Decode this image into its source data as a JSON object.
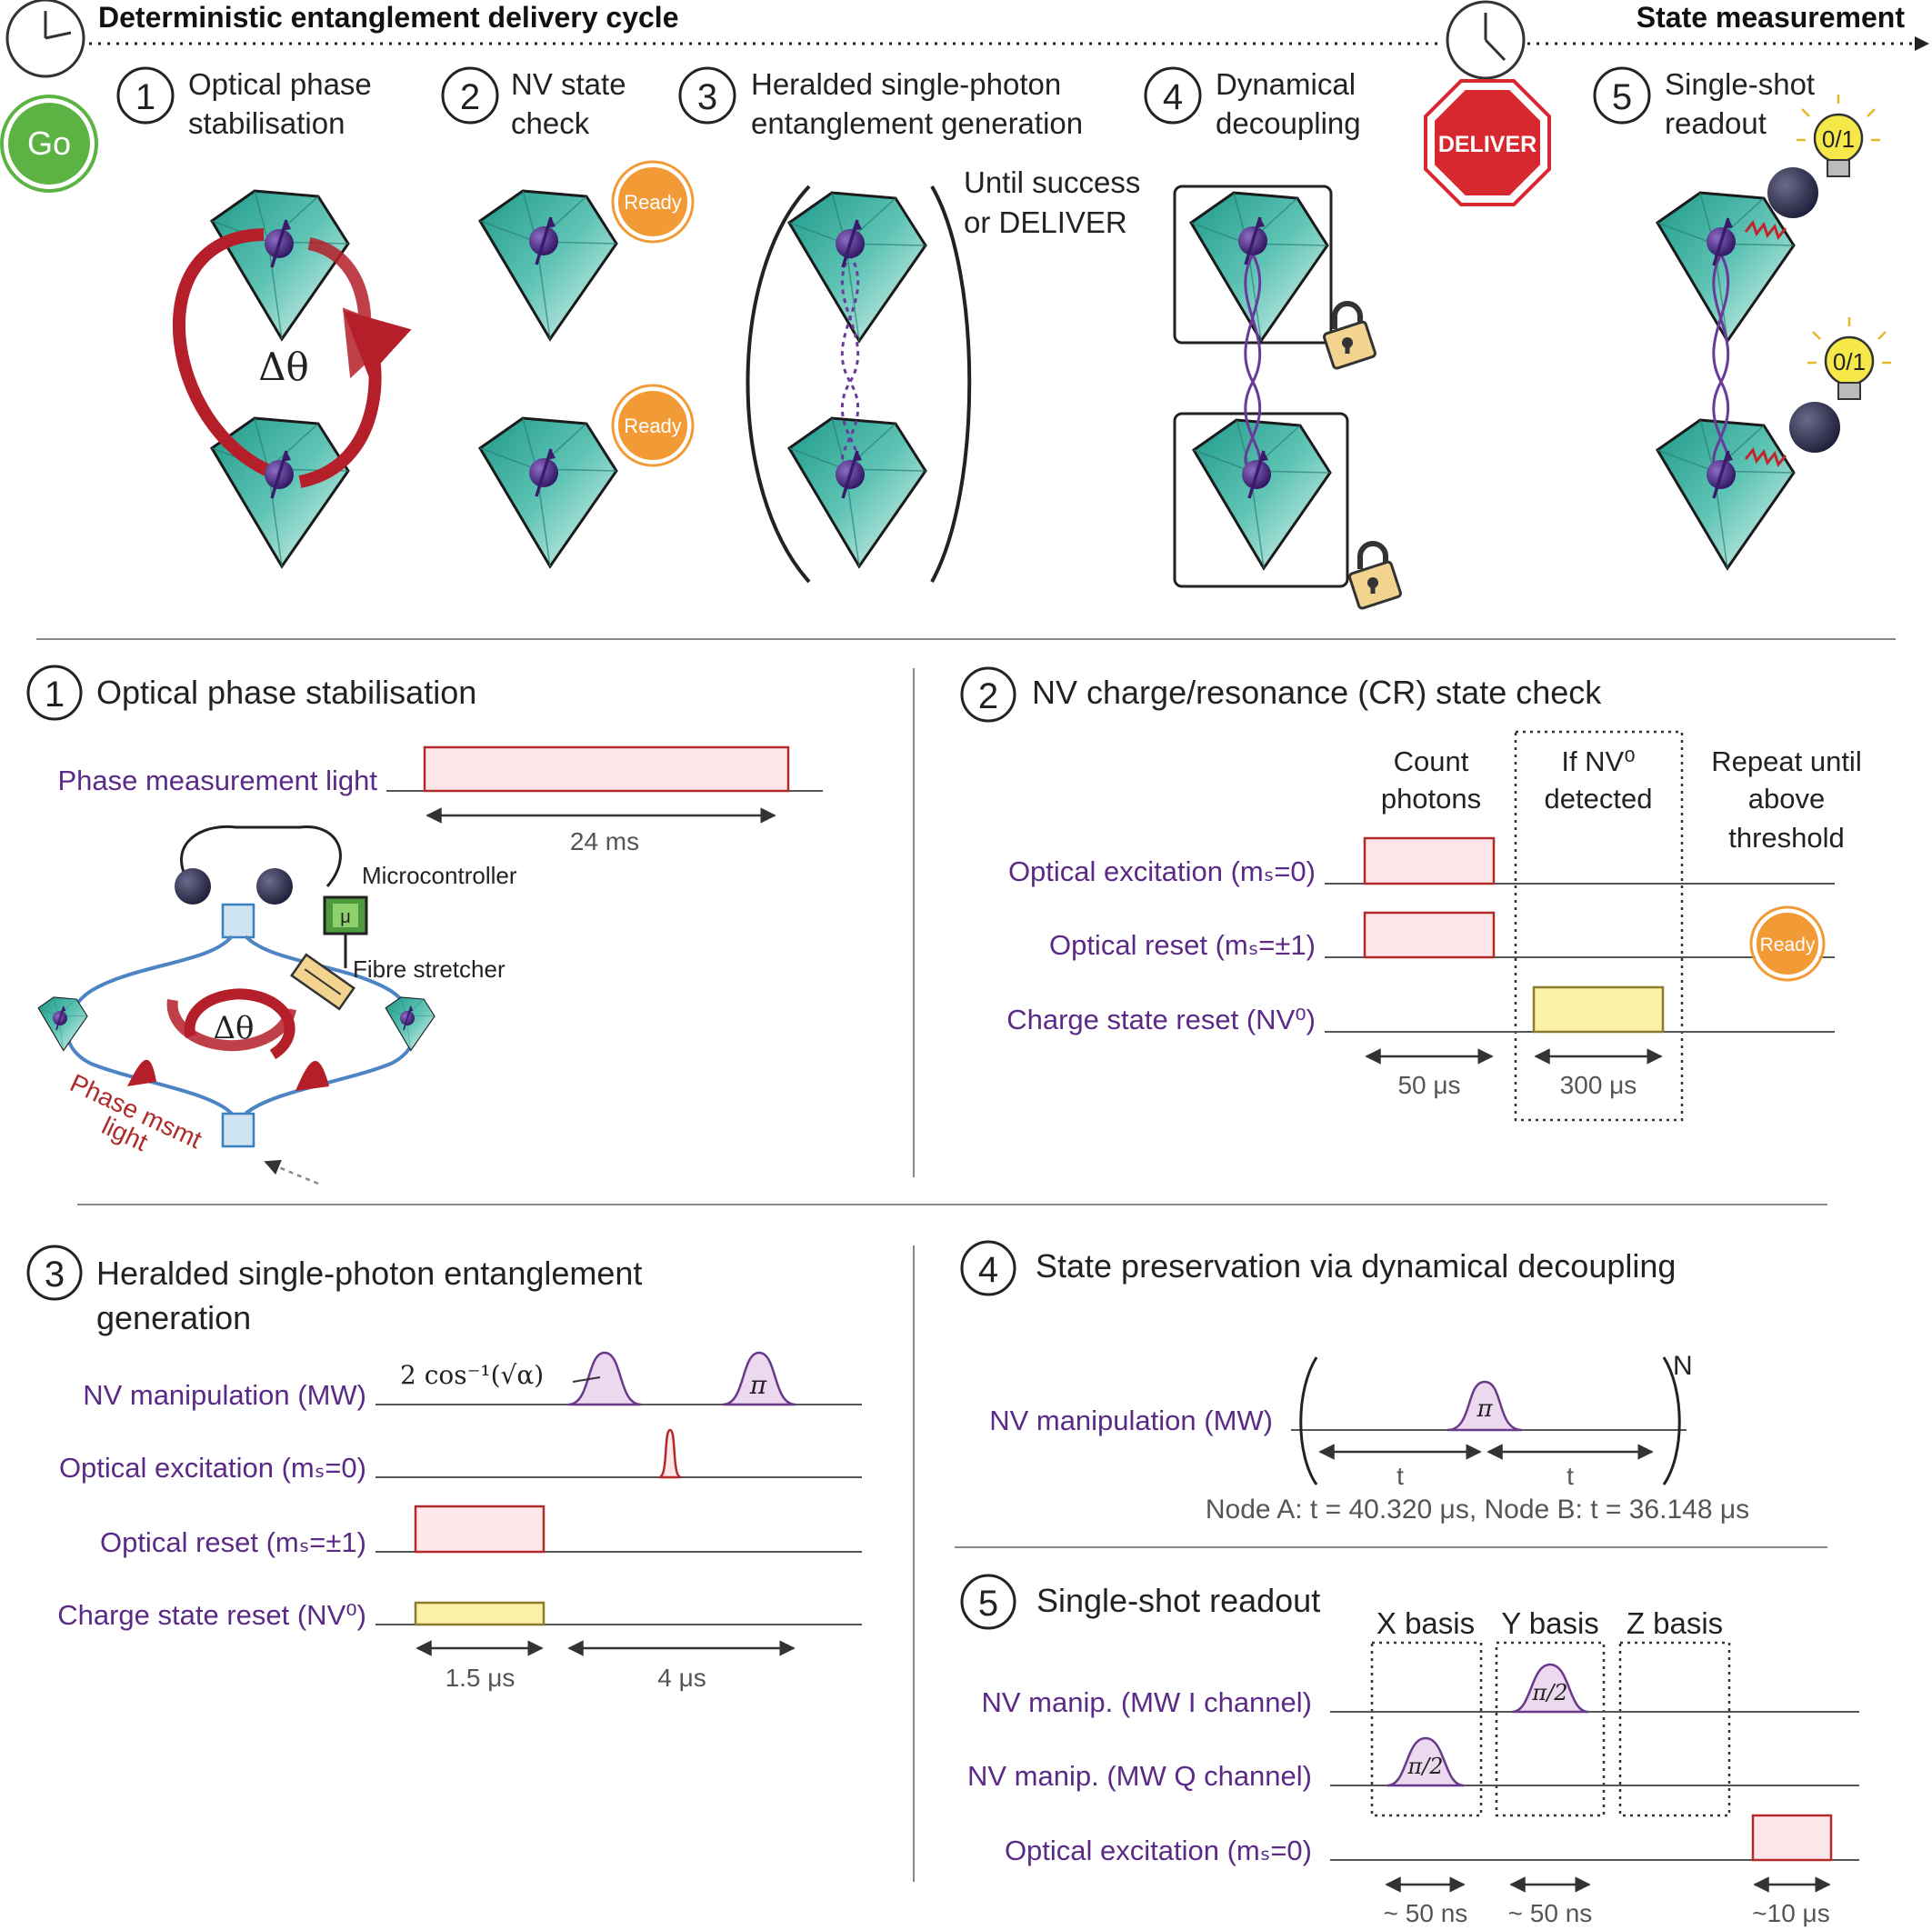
{
  "header": {
    "left_title": "Deterministic entanglement delivery cycle",
    "right_title": "State measurement",
    "go_label": "Go",
    "deliver_label": "DELIVER",
    "ready_label": "Ready",
    "bulb_label": "0/1",
    "delta_theta": "Δθ",
    "until_success": [
      "Until success",
      "or DELIVER"
    ],
    "steps": [
      {
        "num": "1",
        "lines": [
          "Optical phase",
          "stabilisation"
        ]
      },
      {
        "num": "2",
        "lines": [
          "NV state",
          "check"
        ]
      },
      {
        "num": "3",
        "lines": [
          "Heralded single-photon",
          "entanglement generation"
        ]
      },
      {
        "num": "4",
        "lines": [
          "Dynamical",
          "decoupling"
        ]
      },
      {
        "num": "5",
        "lines": [
          "Single-shot",
          "readout"
        ]
      }
    ]
  },
  "panel1": {
    "num": "1",
    "title": "Optical phase stabilisation",
    "channel": "Phase measurement light",
    "duration": "24 ms",
    "microcontroller": "Microcontroller",
    "mu": "μ",
    "fibre_stretcher": "Fibre stretcher",
    "phase_msmt": [
      "Phase msmt",
      "light"
    ],
    "delta_theta": "Δθ"
  },
  "panel2": {
    "num": "2",
    "title": "NV charge/resonance (CR) state check",
    "col_headers": [
      [
        "Count",
        "photons"
      ],
      [
        "If NV⁰",
        "detected"
      ],
      [
        "Repeat until",
        "above",
        "threshold"
      ]
    ],
    "channels": [
      "Optical excitation (mₛ=0)",
      "Optical reset (mₛ=±1)",
      "Charge state reset (NV⁰)"
    ],
    "durations": [
      "50 μs",
      "300 μs"
    ],
    "ready_label": "Ready"
  },
  "panel3": {
    "num": "3",
    "title_lines": [
      "Heralded single-photon entanglement",
      "generation"
    ],
    "channels": [
      "NV manipulation (MW)",
      "Optical excitation (mₛ=0)",
      "Optical reset (mₛ=±1)",
      "Charge state reset (NV⁰)"
    ],
    "pulse_label_1": "2 cos⁻¹(√α)",
    "pulse_label_2": "π",
    "durations": [
      "1.5 μs",
      "4 μs"
    ]
  },
  "panel4": {
    "num": "4",
    "title": "State preservation via dynamical decoupling",
    "channel": "NV manipulation (MW)",
    "pulse_label": "π",
    "t_label": "t",
    "repeat_label": "N",
    "node_times": "Node A: t = 40.320 μs, Node B: t = 36.148 μs"
  },
  "panel5": {
    "num": "5",
    "title": "Single-shot readout",
    "bases": [
      "X basis",
      "Y basis",
      "Z basis"
    ],
    "channels": [
      "NV manip. (MW I channel)",
      "NV manip. (MW Q channel)",
      "Optical excitation (mₛ=0)"
    ],
    "pulse_label": "π/2",
    "durations": [
      "~ 50 ns",
      "~ 50 ns",
      "~10 μs"
    ]
  }
}
